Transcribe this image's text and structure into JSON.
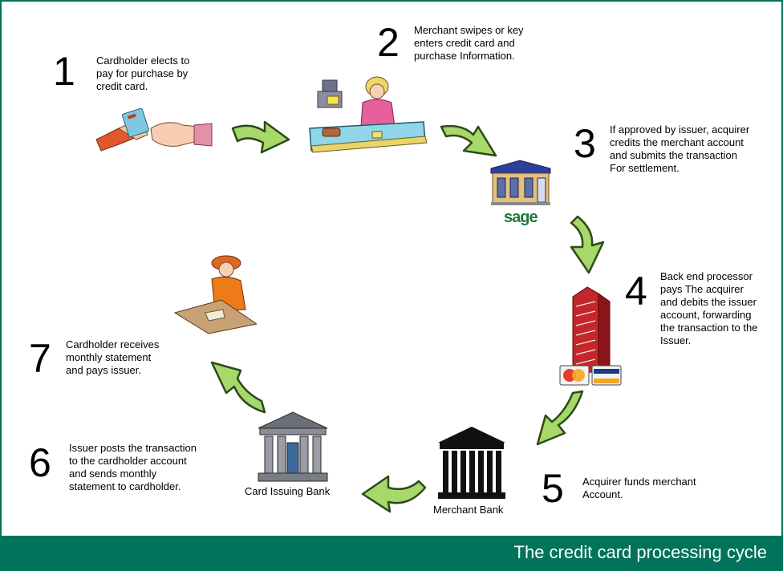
{
  "steps": [
    {
      "number": "1",
      "text": "Cardholder elects to\npay for purchase by\ncredit card."
    },
    {
      "number": "2",
      "text": "Merchant swipes or key\nenters credit card and\npurchase Information."
    },
    {
      "number": "3",
      "text": "If approved by issuer, acquirer\ncredits the merchant account\nand submits the transaction\nFor settlement."
    },
    {
      "number": "4",
      "text": "Back end processor\npays The acquirer\nand debits the issuer\naccount, forwarding\nthe transaction to the\nIssuer."
    },
    {
      "number": "5",
      "text": "Acquirer funds merchant\nAccount."
    },
    {
      "number": "6",
      "text": "Issuer posts the transaction\nto the cardholder account\nand sends monthly\nstatement to cardholder."
    },
    {
      "number": "7",
      "text": "Cardholder receives\nmonthly statement\nand pays issuer."
    }
  ],
  "labels": {
    "sage": "sage",
    "merchant_bank": "Merchant Bank",
    "card_issuing_bank": "Card Issuing Bank"
  },
  "footer_title": "The credit card processing cycle",
  "colors": {
    "brand_green": "#00735a",
    "arrow_fill": "#a6d86a",
    "arrow_stroke": "#2d4a1a"
  }
}
